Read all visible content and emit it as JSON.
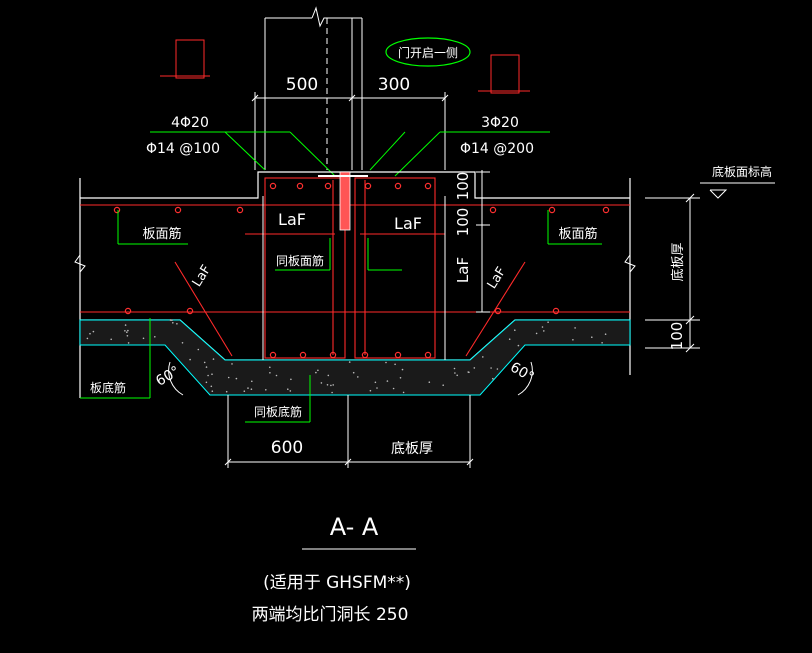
{
  "colors": {
    "background": "#000000",
    "outline": "#ffffff",
    "rebar": "#ff2a2a",
    "dimension": "#ffffff",
    "leader": "#00ff00",
    "concrete_edge": "#00ffff",
    "note_ellipse": "#00ff00",
    "rebar_dot": "#ff3030"
  },
  "dimensions": {
    "left_width": "500",
    "right_width": "300",
    "bottom_left": "600",
    "bottom_right": "底板厚",
    "vert_top": "100",
    "vert_mid": "100",
    "vert_laf": "LaF",
    "vert_bottom": "100",
    "vert_right": "底板厚"
  },
  "rebar_notes": {
    "left_main": "4Φ20",
    "left_stirrup": "Φ14 @100",
    "right_main": "3Φ20",
    "right_stirrup": "Φ14 @200"
  },
  "labels": {
    "door_note": "门开启一侧",
    "laf_left": "LaF",
    "laf_right": "LaF",
    "laf_diag_left": "LaF",
    "laf_diag_right": "LaF",
    "slab_top_left": "板面筋",
    "slab_top_right": "板面筋",
    "same_slab_top": "同板面筋",
    "slab_bottom": "板底筋",
    "same_slab_bottom": "同板底筋",
    "angle_left": "60°",
    "angle_right": "60°",
    "elevation": "底板面标高"
  },
  "caption": {
    "section_title": "A- A",
    "note_line1": "(适用于 GHSFM**)",
    "note_line2": "两端均比门洞长 250"
  }
}
